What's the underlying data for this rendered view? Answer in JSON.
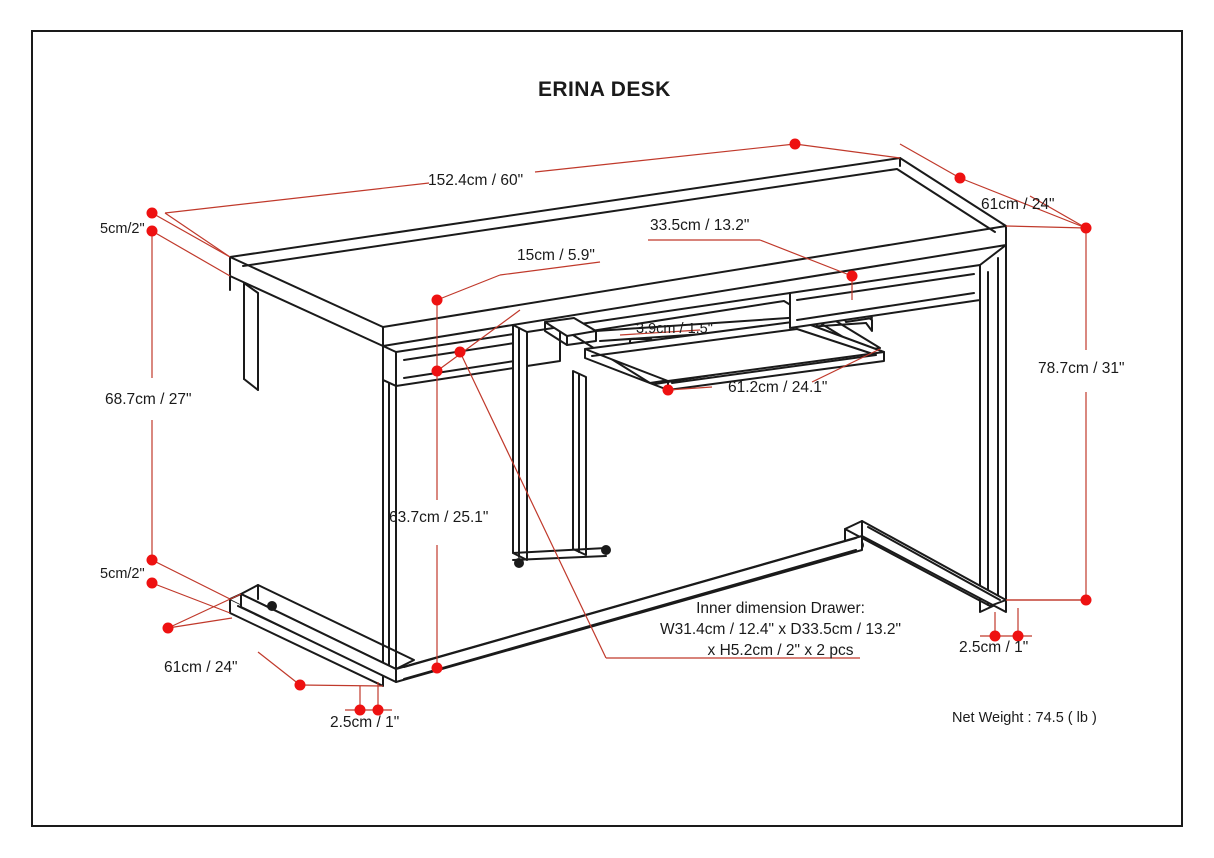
{
  "sheet": {
    "title": "ERINA DESK",
    "net_weight": "Net Weight : 74.5 ( lb )",
    "line_color": "#1a1a1a",
    "dimension_color": "#c0392b",
    "marker_color": "#ee1111",
    "background": "#ffffff"
  },
  "dimensions": {
    "top_width": "152.4cm / 60\"",
    "top_depth": "61cm / 24\"",
    "top_thickness": "5cm/2\"",
    "apron_drop": "15cm / 5.9\"",
    "drawer_front_depth": "33.5cm / 13.2\"",
    "tray_thickness": "3.9cm / 1.5\"",
    "tray_width": "61.2cm / 24.1\"",
    "clearance_height": "68.7cm / 27\"",
    "inner_leg_height": "63.7cm / 25.1\"",
    "overall_height": "78.7cm / 31\"",
    "base_depth": "61cm / 24\"",
    "base_thickness_left": "2.5cm / 1\"",
    "base_thickness_right": "2.5cm / 1\"",
    "foot_height": "5cm/2\""
  },
  "drawer_note": {
    "line1": "Inner dimension Drawer:",
    "line2": "W31.4cm / 12.4\" x D33.5cm / 13.2\"",
    "line3": "x H5.2cm / 2\" x 2 pcs"
  }
}
